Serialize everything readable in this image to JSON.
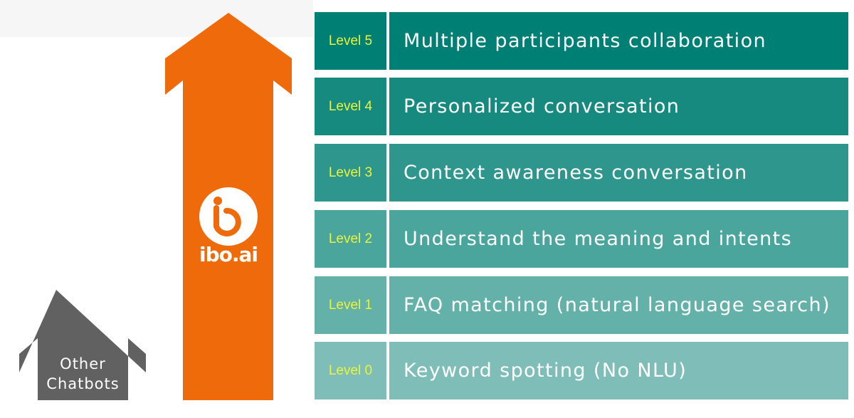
{
  "other_arrow": {
    "label_line1": "Other",
    "label_line2": "Chatbots",
    "color": "#616161"
  },
  "ibo_arrow": {
    "logo_text": "ibo.ai",
    "color": "#ee6a0a"
  },
  "levels": [
    {
      "label": "Level 5",
      "description": "Multiple participants collaboration",
      "color": "#007f74"
    },
    {
      "label": "Level 4",
      "description": "Personalized conversation",
      "color": "#178a80"
    },
    {
      "label": "Level 3",
      "description": "Context awareness conversation",
      "color": "#2f968d"
    },
    {
      "label": "Level 2",
      "description": "Understand the meaning and intents",
      "color": "#4aa59d"
    },
    {
      "label": "Level 1",
      "description": "FAQ matching (natural language search)",
      "color": "#64b1aa"
    },
    {
      "label": "Level 0",
      "description": "Keyword spotting (No NLU)",
      "color": "#7fbeb8"
    }
  ]
}
